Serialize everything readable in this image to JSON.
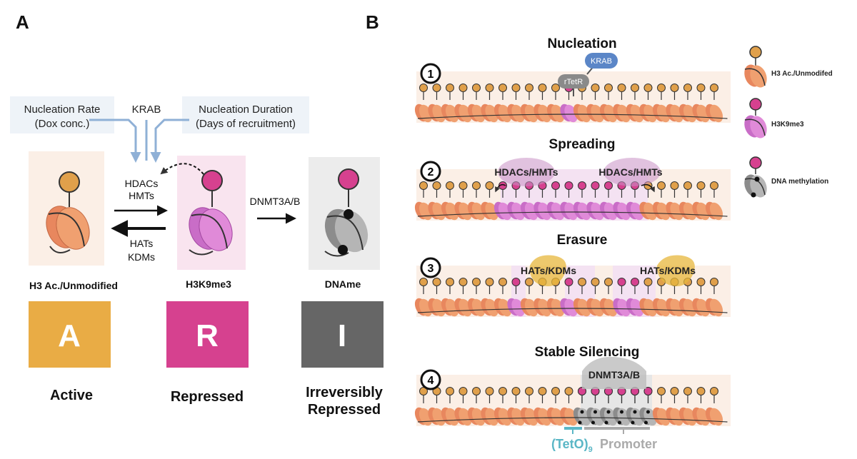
{
  "panel_a": {
    "letter": "A",
    "nucleation_rate": {
      "title": "Nucleation Rate",
      "sub": "(Dox conc.)"
    },
    "krab": "KRAB",
    "nucleation_duration": {
      "title": "Nucleation Duration",
      "sub": "(Days of recruitment)"
    },
    "forward_enzymes": [
      "HDACs",
      "HMTs"
    ],
    "reverse_enzymes": [
      "HATs",
      "KDMs"
    ],
    "dnmt": "DNMT3A/B",
    "states": [
      {
        "label": "H3 Ac./Unmodified",
        "letter": "A",
        "word": [
          "Active"
        ],
        "color": "#e9ac45"
      },
      {
        "label": "H3K9me3",
        "letter": "R",
        "word": [
          "Repressed"
        ],
        "color": "#d6418f"
      },
      {
        "label": "DNAme",
        "letter": "I",
        "word": [
          "Irreversibly",
          "Repressed"
        ],
        "color": "#666666"
      }
    ]
  },
  "panel_b": {
    "letter": "B",
    "steps": [
      {
        "num": "1",
        "title": "Nucleation",
        "labels": [
          "KRAB",
          "rTetR"
        ]
      },
      {
        "num": "2",
        "title": "Spreading",
        "labels": [
          "HDACs/HMTs",
          "HDACs/HMTs"
        ]
      },
      {
        "num": "3",
        "title": "Erasure",
        "labels": [
          "HATs/KDMs",
          "HATs/KDMs"
        ]
      },
      {
        "num": "4",
        "title": "Stable Silencing",
        "labels": [
          "DNMT3A/B"
        ]
      }
    ],
    "tetO": "(TetO)",
    "tetO_sub": "9",
    "promoter": "Promoter",
    "legend": [
      "H3 Ac./Unmodifed",
      "H3K9me3",
      "DNA methylation"
    ]
  },
  "colors": {
    "orange": "#e9ac45",
    "magenta": "#d6418f",
    "gray": "#666666",
    "teal": "#5bb7c6",
    "blue": "#5b86c7"
  }
}
